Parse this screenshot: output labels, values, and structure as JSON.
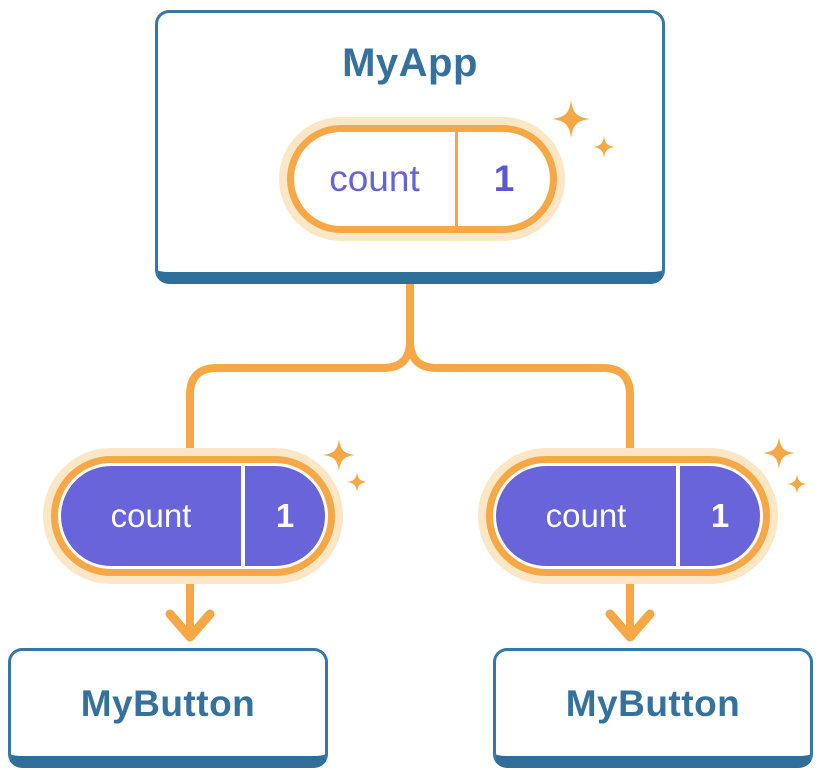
{
  "colors": {
    "accent_orange": "#F5A845",
    "accent_orange_light": "#FBE7C6",
    "purple": "#6964D9",
    "purple_text": "#6663DA",
    "purple_value": "#5B57D2",
    "blue_border": "#3876A4",
    "blue_shadow": "#2F6E99",
    "blue_text": "#35719C"
  },
  "app": {
    "title": "MyApp",
    "state": {
      "label": "count",
      "value": "1"
    }
  },
  "children": [
    {
      "title": "MyButton",
      "prop": {
        "label": "count",
        "value": "1"
      }
    },
    {
      "title": "MyButton",
      "prop": {
        "label": "count",
        "value": "1"
      }
    }
  ]
}
